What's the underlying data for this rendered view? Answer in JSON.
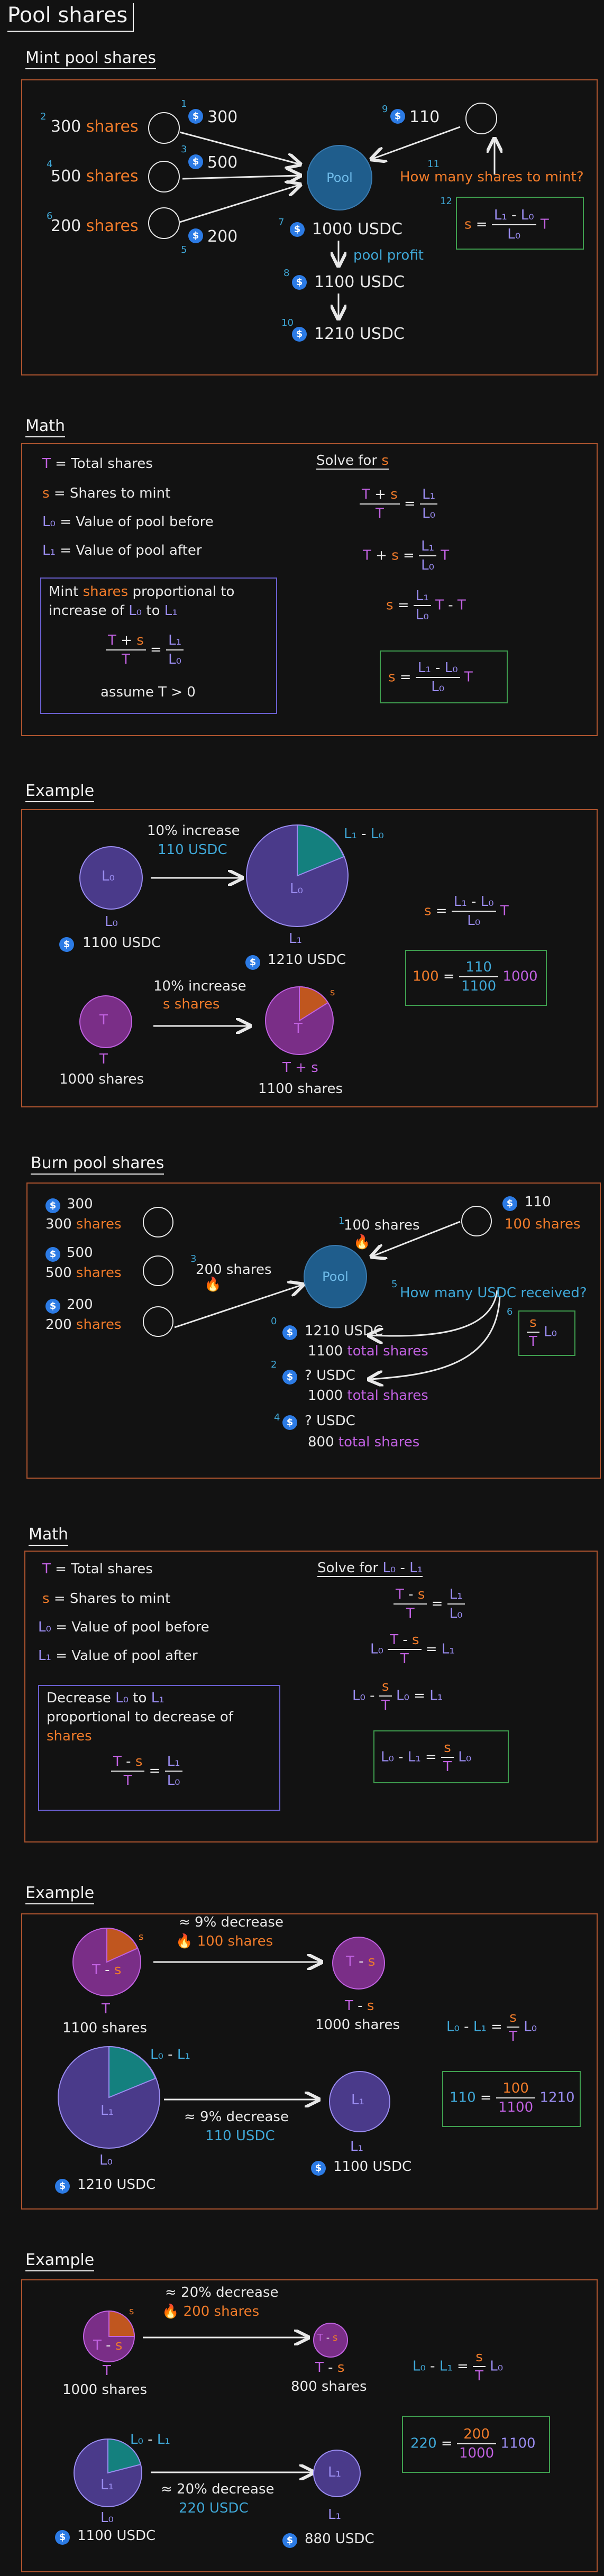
{
  "title": "Pool shares",
  "mint": {
    "heading": "Mint pool shares",
    "users": [
      {
        "step": "2",
        "shares": "300",
        "unit": "shares",
        "coin_step": "1",
        "usdc": "300"
      },
      {
        "step": "4",
        "shares": "500",
        "unit": "shares",
        "coin_step": "3",
        "usdc": "500"
      },
      {
        "step": "6",
        "shares": "200",
        "unit": "shares",
        "coin_step": "5",
        "usdc": "200"
      }
    ],
    "pool_label": "Pool",
    "new_user": {
      "step": "9",
      "usdc": "110",
      "question_step": "11",
      "question": "How many shares to mint?",
      "formula_step": "12"
    },
    "pool_values": [
      {
        "step": "7",
        "value": "1000 USDC"
      },
      {
        "step": "8",
        "value": "1100 USDC"
      },
      {
        "step": "10",
        "value": "1210 USDC"
      }
    ],
    "pool_profit": "pool profit"
  },
  "math1": {
    "heading": "Math",
    "defs": [
      {
        "sym": "T",
        "text": "= Total shares"
      },
      {
        "sym": "s",
        "text": "= Shares to mint"
      },
      {
        "sym": "L0",
        "text": "= Value of pool before"
      },
      {
        "sym": "L1",
        "text": "= Value of pool after"
      }
    ],
    "box_text_1": "Mint",
    "box_text_shares": "shares",
    "box_text_2": "proportional to",
    "box_text_3": "increase of",
    "box_assume": "assume T > 0",
    "solve_for": "Solve for",
    "solve_sym": "s"
  },
  "example1": {
    "heading": "Example",
    "top_increase": "10% increase",
    "top_usdc": "110 USDC",
    "top_left_value": "1100 USDC",
    "top_right_value": "1210 USDC",
    "bottom_increase": "10% increase",
    "bottom_shares": "s shares",
    "bottom_left_value": "1000 shares",
    "bottom_right_value": "1100 shares",
    "calc": {
      "lhs": "100",
      "num": "110",
      "den": "1100",
      "mult": "1000"
    }
  },
  "burn": {
    "heading": "Burn pool shares",
    "users": [
      {
        "usdc": "300",
        "shares": "300",
        "unit": "shares"
      },
      {
        "usdc": "500",
        "shares": "500",
        "unit": "shares"
      },
      {
        "usdc": "200",
        "shares": "200",
        "unit": "shares"
      }
    ],
    "burn_step": "3",
    "burn_shares": "200 shares",
    "pool_label": "Pool",
    "user_step": "1",
    "user_shares": "100 shares",
    "user_usdc": "110",
    "user_usdc_shares": "100 shares",
    "question_step": "5",
    "question": "How many USDC received?",
    "formula_step": "6",
    "states": [
      {
        "step": "0",
        "usdc": "1210 USDC",
        "total": "1100",
        "label": "total shares"
      },
      {
        "step": "2",
        "usdc": "? USDC",
        "total": "1000",
        "label": "total shares"
      },
      {
        "step": "4",
        "usdc": "? USDC",
        "total": "800",
        "label": "total shares"
      }
    ]
  },
  "math2": {
    "heading": "Math",
    "defs": [
      {
        "sym": "T",
        "text": "= Total shares"
      },
      {
        "sym": "s",
        "text": "= Shares to mint"
      },
      {
        "sym": "L0",
        "text": "= Value of pool before"
      },
      {
        "sym": "L1",
        "text": "= Value of pool after"
      }
    ],
    "box_text_1": "Decrease",
    "box_text_2": "proportional to decrease of",
    "box_text_shares": "shares",
    "solve_for": "Solve for"
  },
  "example2": {
    "heading": "Example",
    "top_decrease": "≈ 9% decrease",
    "top_burn": "100 shares",
    "top_left_value": "1100 shares",
    "top_right_value": "1000 shares",
    "bottom_decrease": "≈ 9% decrease",
    "bottom_usdc": "110 USDC",
    "bottom_left_value": "1210 USDC",
    "bottom_right_value": "1100 USDC",
    "calc": {
      "lhs": "110",
      "num": "100",
      "den": "1100",
      "mult": "1210"
    }
  },
  "example3": {
    "heading": "Example",
    "top_decrease": "≈ 20% decrease",
    "top_burn": "200 shares",
    "top_left_value": "1000 shares",
    "top_right_value": "800 shares",
    "bottom_decrease": "≈ 20% decrease",
    "bottom_usdc": "220 USDC",
    "bottom_left_value": "1100 USDC",
    "bottom_right_value": "880 USDC",
    "calc": {
      "lhs": "220",
      "num": "200",
      "den": "1000",
      "mult": "1100"
    }
  },
  "colors": {
    "orange": "#f07b2a",
    "blue": "#3fa7d6",
    "purple": "#c061e0",
    "violet": "#9a8cf0",
    "frame": "#b0552f",
    "green": "#3f9f4f",
    "pool": "#1f5d8c"
  }
}
